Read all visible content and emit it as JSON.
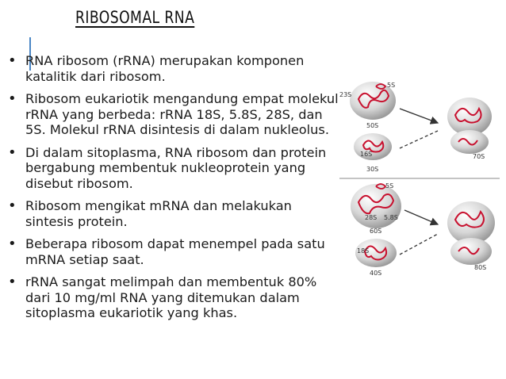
{
  "slide": {
    "title": "RIBOSOMAL RNA",
    "bullet_symbol": "•",
    "bullets": [
      "RNA ribosom (rRNA) merupakan komponen katalitik dari ribosom.",
      "Ribosom eukariotik mengandung empat molekul rRNA yang berbeda: rRNA 18S, 5.8S, 28S, dan 5S. Molekul rRNA disintesis di dalam nukleolus.",
      "Di dalam sitoplasma, RNA ribosom dan protein bergabung membentuk nukleoprotein yang disebut ribosom.",
      "Ribosom mengikat mRNA dan melakukan sintesis protein.",
      "Beberapa ribosom dapat menempel pada satu mRNA setiap saat.",
      "rRNA sangat melimpah dan membentuk 80% dari 10 mg/ml RNA yang ditemukan dalam sitoplasma eukariotik yang khas."
    ]
  },
  "figure": {
    "prokaryote": {
      "rrna_5s": "5S",
      "rrna_23s": "23S",
      "large_subunit": "50S",
      "rrna_16s": "16S",
      "small_subunit": "30S",
      "ribosome": "70S"
    },
    "eukaryote": {
      "rrna_5s": "5S",
      "rrna_28s": "28S",
      "rrna_5_8s": "5.8S",
      "large_subunit": "60S",
      "rrna_18s": "18S",
      "small_subunit": "40S",
      "ribosome": "80S"
    },
    "colors": {
      "rrna": "#c8102e",
      "subunit": "#cfcfcf",
      "arrow": "#333333"
    }
  }
}
